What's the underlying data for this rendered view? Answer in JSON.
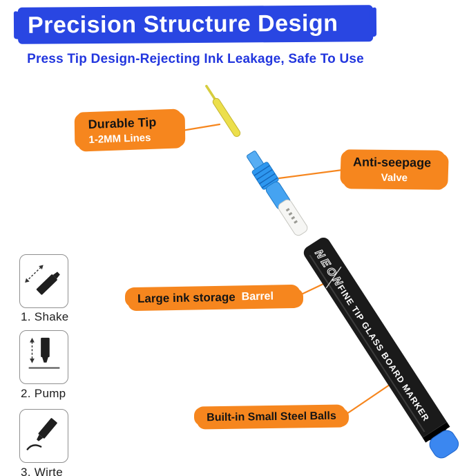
{
  "header": {
    "title": "Precision Structure Design",
    "subtitle": "Press Tip Design-Rejecting Ink Leakage, Safe To Use"
  },
  "callouts": {
    "tip": {
      "title": "Durable Tip",
      "subtitle": "1-2MM Lines"
    },
    "valve": {
      "title": "Anti-seepage",
      "subtitle": "Valve"
    },
    "barrel": {
      "title": "Large ink storage",
      "subtitle": "Barrel"
    },
    "balls": {
      "title": "Built-in Small Steel Balls"
    }
  },
  "marker": {
    "brand": "NEON",
    "barrel_text": "FINE TIP GLASS BOARD MARKER"
  },
  "steps": [
    {
      "label": "1. Shake"
    },
    {
      "label": "2. Pump"
    },
    {
      "label": "3. Wirte"
    }
  ],
  "colors": {
    "brand_blue": "#2946e2",
    "subtitle_blue": "#2236de",
    "accent_orange": "#f6861e",
    "tip_yellow": "#ecdf4b",
    "valve_blue": "#2e97ef",
    "barrel_black": "#1a1a1a",
    "cap_blue": "#3b87f0"
  }
}
